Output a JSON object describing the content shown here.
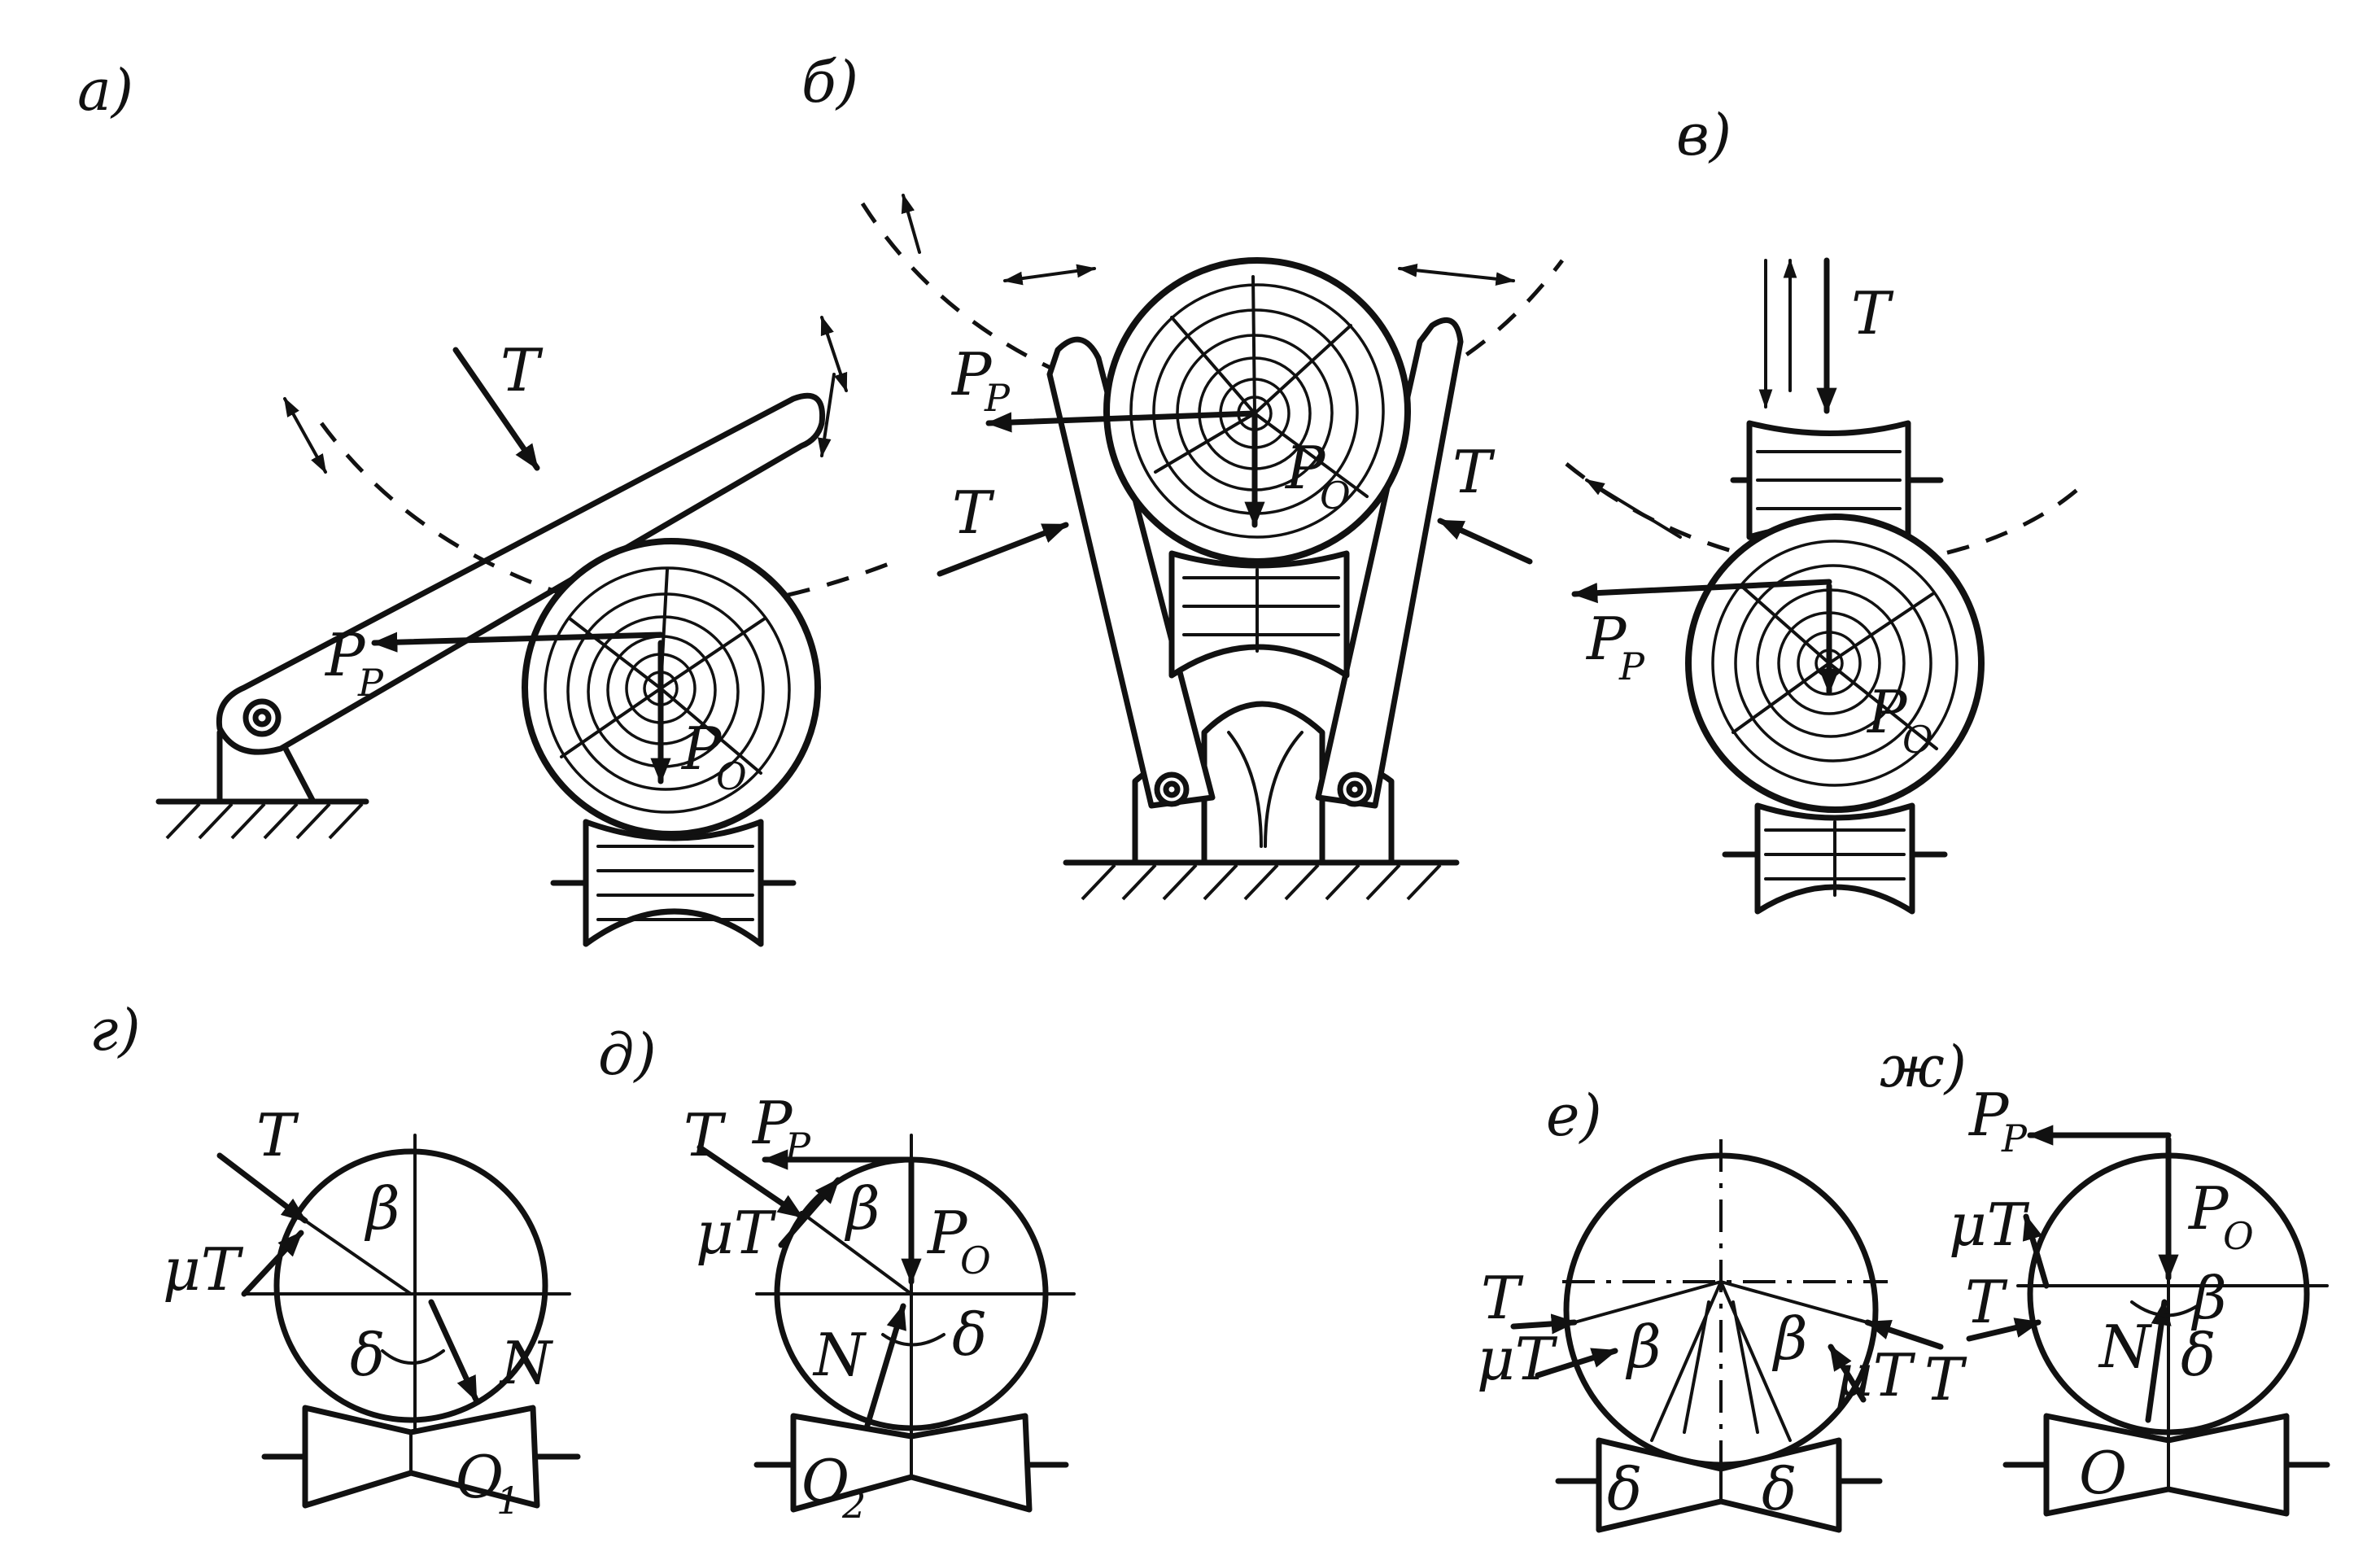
{
  "panels": {
    "a": "а)",
    "b": "б)",
    "v": "в)",
    "g": "г)",
    "d": "д)",
    "e": "е)",
    "zh": "ж)"
  },
  "symbols": {
    "T": "T",
    "P": "P",
    "p_sub": "P",
    "o_sub": "O",
    "mu_T": "μT",
    "N": "N",
    "beta": "β",
    "delta": "δ",
    "O": "O",
    "O1": "O",
    "O1_sub": "1",
    "O2": "O",
    "O2_sub": "2"
  }
}
